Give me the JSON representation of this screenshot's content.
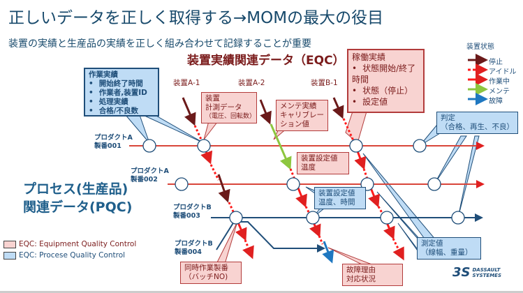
{
  "title": "正しいデータを正しく取得する→MOMの最大の役目",
  "subtitle": "装置の実績と生産品の実績を正しく組み合わせて記録することが重要",
  "eqc_heading": "装置実績関連データ（EQC）",
  "pqc_heading": [
    "プロセス(生産品)",
    "関連データ(PQC)"
  ],
  "legend": {
    "title": "装置状態",
    "items": [
      {
        "label": "停止",
        "color": "#6b1a1a"
      },
      {
        "label": "アイドル",
        "color": "#ff1a1a"
      },
      {
        "label": "作業中",
        "color": "#ff1a1a"
      },
      {
        "label": "メンテ",
        "color": "#8dc63f"
      },
      {
        "label": "故障",
        "color": "#1f78c1"
      }
    ]
  },
  "equipment": [
    "装置A-1",
    "装置A-2",
    "装置B-1"
  ],
  "products": [
    {
      "name": "プロダクトA",
      "lot": "製番001"
    },
    {
      "name": "プロダクトA",
      "lot": "製番002"
    },
    {
      "name": "プロダクトB",
      "lot": "製番003"
    },
    {
      "name": "プロダクトB",
      "lot": "製番004"
    }
  ],
  "callouts": {
    "work": {
      "title": "作業実績",
      "items": [
        "開始終了時間",
        "作業者,装置ID",
        "処理実績",
        "合格/不良数"
      ]
    },
    "operation": {
      "title": "稼働実績",
      "items": [
        "状態開始/終了時間",
        "状態（停止）",
        "設定値"
      ]
    },
    "measure": [
      "装置",
      "計測データ",
      "（電圧、回転数）"
    ],
    "maint": [
      "メンテ実績",
      "キャリブレー",
      "ション値"
    ],
    "setting1": [
      "装置設定値",
      "温度"
    ],
    "setting2": [
      "装置設定値",
      "温度、時間"
    ],
    "judge": [
      "判定",
      "（合格、再生、不良）"
    ],
    "measured": [
      "測定値",
      "（線幅、重量）"
    ],
    "batch": [
      "同時作業製番",
      "（バッチNO)"
    ],
    "failure": [
      "故障理由",
      "対応状況"
    ]
  },
  "bottom_legend": [
    {
      "label": "EQC: Equipment Quality Control",
      "color": "#f8d3d1"
    },
    {
      "label": "EQC: Procese Quality Control",
      "color": "#bfdcf5"
    }
  ],
  "logo": [
    "DASSAULT",
    "SYSTEMES"
  ]
}
